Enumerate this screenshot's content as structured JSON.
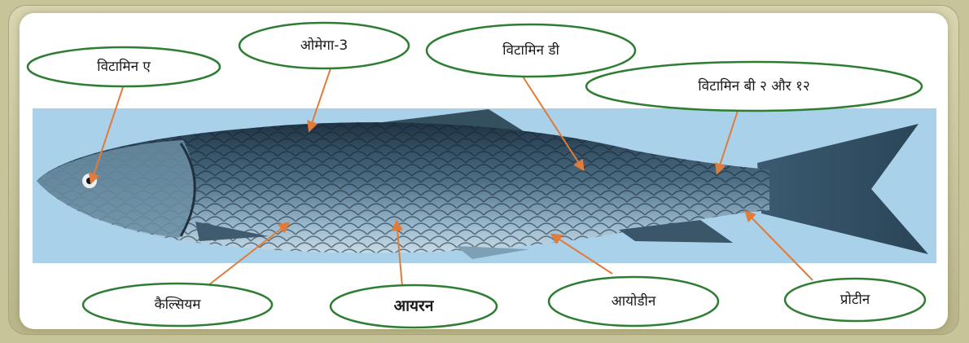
{
  "labels": {
    "vitamin_a": "विटामिन ए",
    "omega_3": "ओमेगा-3",
    "vitamin_d": "विटामिन डी",
    "vitamin_b": "विटामिन बी २ और १२",
    "calcium": "कैल्सियम",
    "iron": "आयरन",
    "iodine": "आयोडीन",
    "protein": "प्रोटीन"
  },
  "colors": {
    "oval_border": "#2e7d32",
    "arrow": "#e07b39",
    "photo_bg": "#a9d1ea",
    "frame": "#c8c49a"
  }
}
